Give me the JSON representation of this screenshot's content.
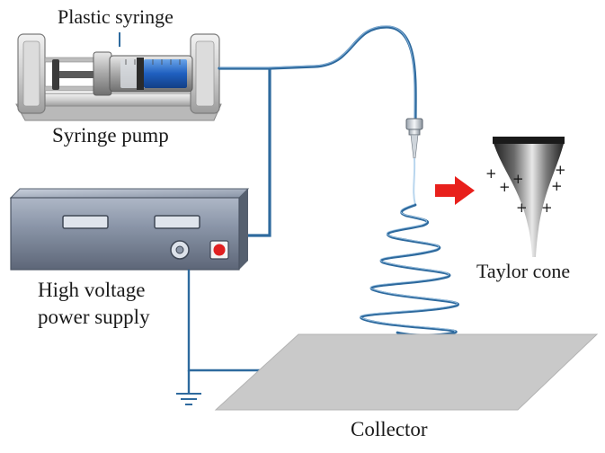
{
  "labels": {
    "plastic_syringe": "Plastic syringe",
    "syringe_pump": "Syringe pump",
    "high_voltage_line1": "High voltage",
    "high_voltage_line2": "power supply",
    "taylor_cone": "Taylor cone",
    "collector": "Collector"
  },
  "colors": {
    "tubing": "#2e6a9e",
    "fluid": "#1f5fbf",
    "power_button": "#e02020",
    "arrow": "#e8201c",
    "collector": "#c9c9c9",
    "supply_body": "#7d8aa0"
  },
  "charge_symbol": "+"
}
